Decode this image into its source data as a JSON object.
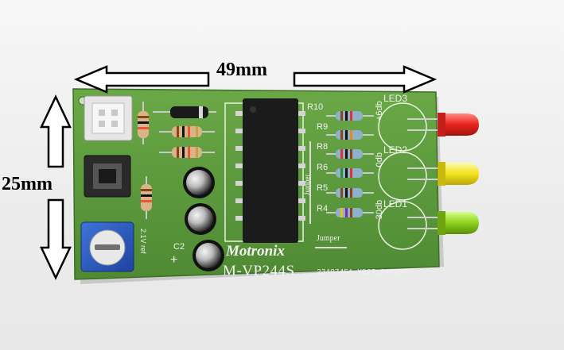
{
  "dimensions": {
    "width_label": "49mm",
    "height_label": "25mm"
  },
  "board": {
    "brand": "Motronix",
    "model": "M-VP244S",
    "serial": "2340745A_Y927_240909",
    "colors": {
      "pcb": "#5e9a3e",
      "silkscreen": "#f2f2f2",
      "led_red": "#e8231d",
      "led_yellow": "#f3e21b",
      "led_green": "#8fd11c"
    },
    "labels": {
      "led3": "LED3",
      "led2": "LED2",
      "led1": "LED1",
      "db_plus6": "+6db",
      "db_minus0": "-0db",
      "db_minus30": "-30db",
      "r10": "R10",
      "r9": "R9",
      "r8": "R8",
      "r6": "R6",
      "r5": "R5",
      "r4": "R4",
      "jumper_top": "Jumper",
      "jumper_bottom": "Jumper",
      "c2": "C2",
      "vref": "2.1V ref",
      "plus": "+"
    }
  }
}
